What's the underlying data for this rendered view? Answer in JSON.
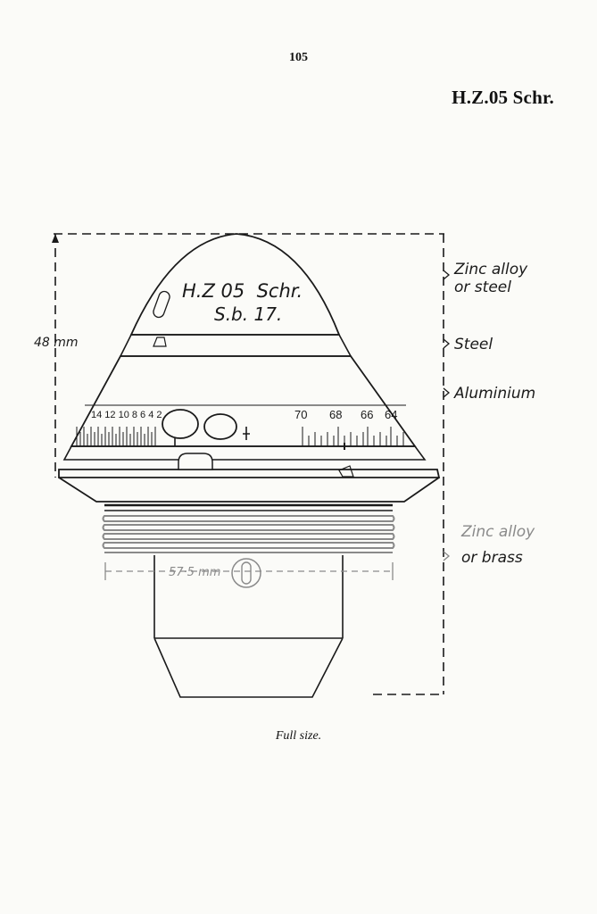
{
  "page": {
    "number": "105",
    "title": "H.Z.05 Schr.",
    "caption": "Full size."
  },
  "drawing": {
    "marking_line1": "H.Z 05  Schr.",
    "marking_line2": "S.b. 17.",
    "height_label": "48 mm",
    "width_label": "57·5 mm",
    "scale_left": "14 12 10 8 6 4 2",
    "scale_right": [
      "70",
      "68",
      "66",
      "64"
    ]
  },
  "materials": {
    "upper_line1": "Zinc alloy",
    "upper_line2": "or steel",
    "steel": "Steel",
    "aluminium": "Aluminium",
    "lower_line1": "Zinc alloy",
    "lower_line2": "or brass"
  },
  "colors": {
    "ink": "#1a1a1a",
    "faded_ink": "#8a8a8a",
    "paper": "#fbfbf8"
  }
}
